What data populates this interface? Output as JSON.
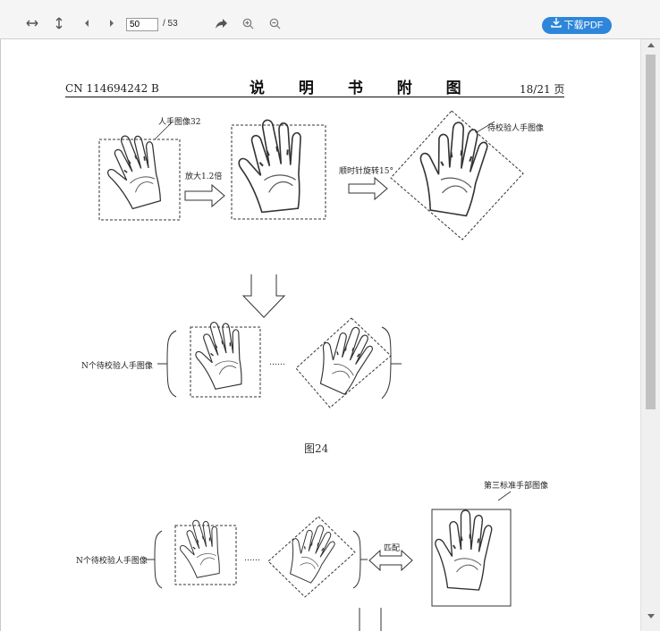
{
  "toolbar": {
    "page_current": "50",
    "page_total": "/ 53",
    "download_label": "下载PDF"
  },
  "document": {
    "header_left": "CN 114694242 B",
    "header_title": "说 明 书 附 图",
    "header_right": "18/21 页",
    "figure_caption": "图24",
    "labels": {
      "hand_image": "人手图像32",
      "enlarge": "放大1.2倍",
      "rotate": "顺时针旋转15°",
      "to_verify": "待校验人手图像",
      "n_verify_1": "N个待校验人手图像",
      "dots": "……",
      "n_verify_2": "N个待校验人手图像",
      "third_sample": "第三标准手部图像",
      "match": "匹配"
    }
  }
}
